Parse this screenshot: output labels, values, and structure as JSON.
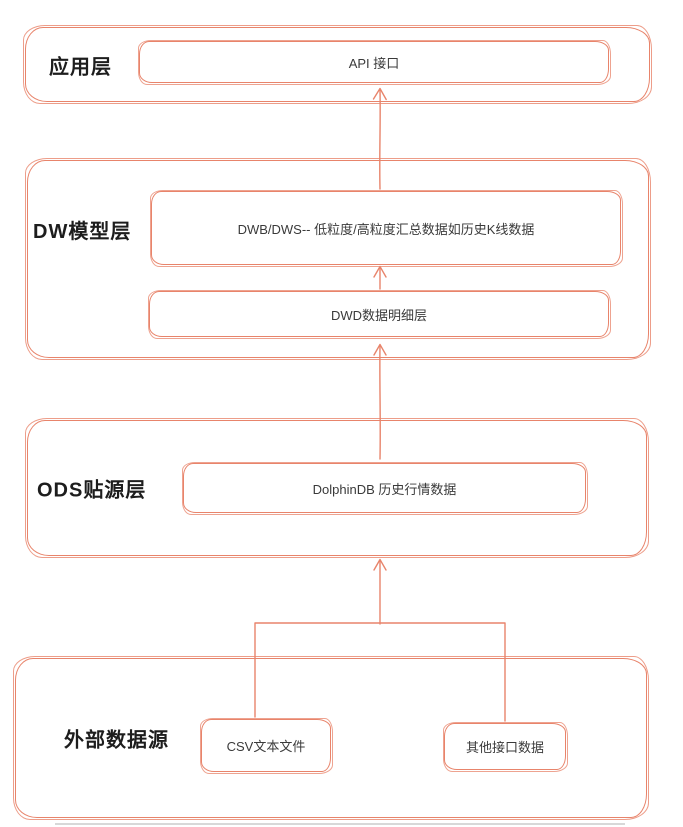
{
  "diagram": {
    "accent_color": "#e8846b",
    "layers": [
      {
        "label": "应用层",
        "nodes": [
          {
            "label": "API 接口"
          }
        ]
      },
      {
        "label": "DW模型层",
        "nodes": [
          {
            "label": "DWB/DWS-- 低粒度/高粒度汇总数据如历史K线数据"
          },
          {
            "label": "DWD数据明细层"
          }
        ]
      },
      {
        "label": "ODS贴源层",
        "nodes": [
          {
            "label": "DolphinDB 历史行情数据"
          }
        ]
      },
      {
        "label": "外部数据源",
        "nodes": [
          {
            "label": "CSV文本文件"
          },
          {
            "label": "其他接口数据"
          }
        ]
      }
    ]
  }
}
